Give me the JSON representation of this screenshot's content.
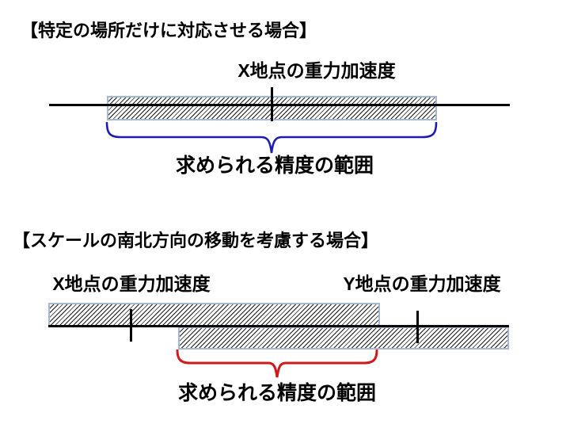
{
  "page": {
    "background": "#ffffff",
    "text_color": "#000000",
    "band_border_color": "#a4b8d6",
    "band_hatch_color": "#1a1a1a",
    "axis_line_color": "#000000"
  },
  "section1": {
    "title": "【特定の場所だけに対応させる場合】",
    "gravity_label": "X地点の重力加速度",
    "range_label": "求められる精度の範囲",
    "brace_color": "#1c1cb0"
  },
  "section2": {
    "title": "【スケールの南北方向の移動を考慮する場合】",
    "x_gravity_label": "X地点の重力加速度",
    "y_gravity_label": "Y地点の重力加速度",
    "range_label": "求められる精度の範囲",
    "brace_color": "#cf1a1a"
  }
}
